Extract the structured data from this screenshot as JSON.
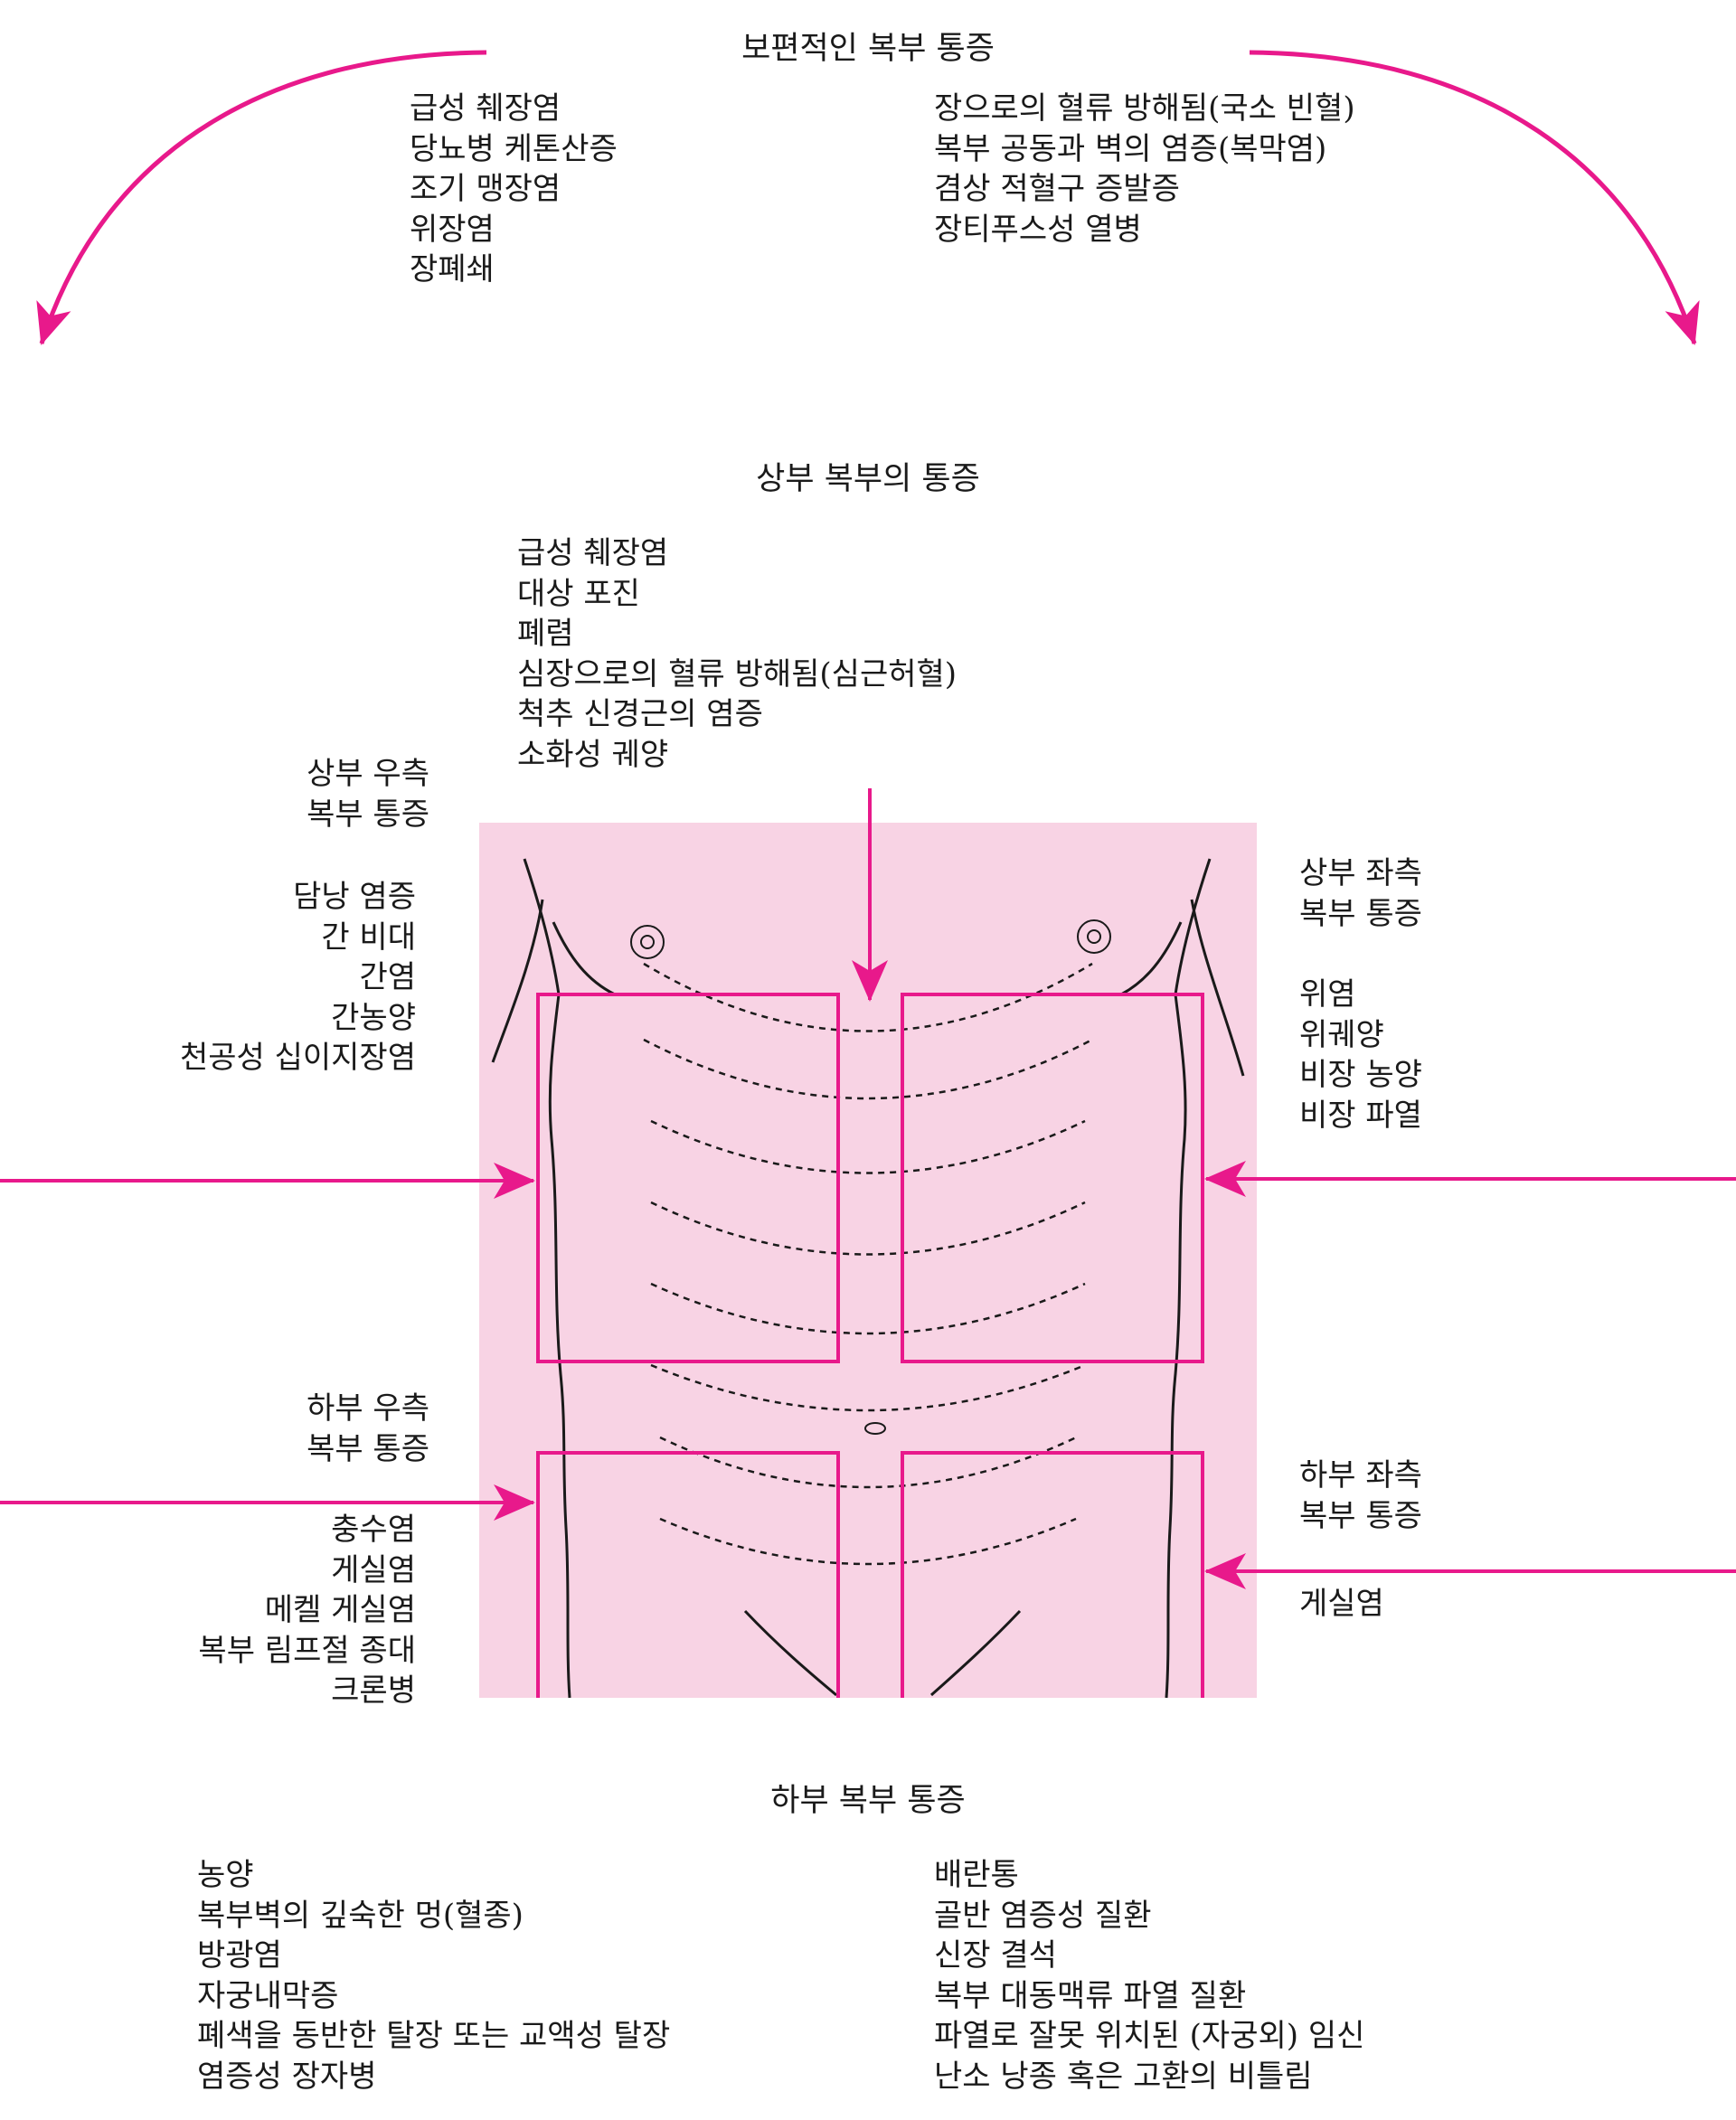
{
  "colors": {
    "accent": "#e8198b",
    "panel": "#f8d3e4",
    "ink": "#1a1a1a"
  },
  "general": {
    "heading": "보편적인 복부 통증",
    "left": [
      "급성 췌장염",
      "당뇨병 케톤산증",
      "조기 맹장염",
      "위장염",
      "장폐쇄"
    ],
    "right": [
      "장으로의 혈류 방해됨(국소 빈혈)",
      "복부 공동과 벽의 염증(복막염)",
      "겸상 적혈구 증발증",
      "장티푸스성 열병"
    ]
  },
  "upper": {
    "heading": "상부 복부의 통증",
    "items": [
      "급성 췌장염",
      "대상 포진",
      "폐렴",
      "심장으로의 혈류 방해됨(심근허혈)",
      "척추 신경근의 염증",
      "소화성 궤양"
    ]
  },
  "upper_right": {
    "title": [
      "상부 우측",
      "복부 통증"
    ],
    "items": [
      "담낭 염증",
      "간 비대",
      "간염",
      "간농양",
      "천공성 십이지장염"
    ]
  },
  "upper_left": {
    "title": [
      "상부 좌측",
      "복부 통증"
    ],
    "items": [
      "위염",
      "위궤양",
      "비장 농양",
      "비장 파열"
    ]
  },
  "lower_right": {
    "title": [
      "하부 우측",
      "복부 통증"
    ],
    "items": [
      "충수염",
      "게실염",
      "메켈 게실염",
      "복부 림프절 종대",
      "크론병"
    ]
  },
  "lower_left": {
    "title": [
      "하부 좌측",
      "복부 통증"
    ],
    "items": [
      "게실염"
    ]
  },
  "lower": {
    "heading": "하부 복부 통증",
    "left": [
      "농양",
      "복부벽의 깊숙한 멍(혈종)",
      "방광염",
      "자궁내막증",
      "폐색을 동반한 탈장 또는 교액성 탈장",
      "염증성 장자병"
    ],
    "right": [
      "배란통",
      "골반 염증성 질환",
      "신장 결석",
      "복부 대동맥류 파열 질환",
      "파열로 잘못 위치된 (자궁외) 임신",
      "난소 낭종 혹은 고환의 비틀림"
    ]
  }
}
